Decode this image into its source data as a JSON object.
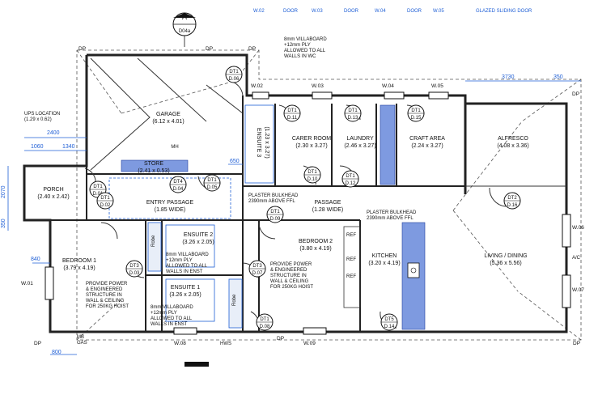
{
  "header_codes": [
    "W.02",
    "DOOR",
    "W.03",
    "DOOR",
    "W.04",
    "DOOR",
    "W.05",
    "GLAZED SLIDING DOOR"
  ],
  "section_marker": {
    "letter": "A",
    "code": "D04a"
  },
  "rooms": [
    {
      "id": "garage",
      "name": "GARAGE",
      "size": "(6.12 x 4.01)"
    },
    {
      "id": "store",
      "name": "STORE",
      "size": "(2.41 x 0.53)"
    },
    {
      "id": "porch",
      "name": "PORCH",
      "size": "(2.40 x 2.42)"
    },
    {
      "id": "entry",
      "name": "ENTRY PASSAGE",
      "size": "(1.85 WIDE)"
    },
    {
      "id": "ensuite3",
      "name": "ENSUITE 3",
      "size": "(1.23 x 3.27)"
    },
    {
      "id": "carer",
      "name": "CARER ROOM",
      "size": "(2.30 x 3.27)"
    },
    {
      "id": "laundry",
      "name": "LAUNDRY",
      "size": "(2.46 x 3.27)"
    },
    {
      "id": "craft",
      "name": "CRAFT AREA",
      "size": "(2.24 x 3.27)"
    },
    {
      "id": "alfresco",
      "name": "ALFRESCO",
      "size": "(4.08 x 3.36)"
    },
    {
      "id": "passage",
      "name": "PASSAGE",
      "size": "(1.28 WIDE)"
    },
    {
      "id": "bedroom1",
      "name": "BEDROOM 1",
      "size": "(3.79 x 4.19)"
    },
    {
      "id": "ensuite2",
      "name": "ENSUITE 2",
      "size": "(3.26 x 2.05)"
    },
    {
      "id": "ensuite1",
      "name": "ENSUITE 1",
      "size": "(3.26 x 2.05)"
    },
    {
      "id": "bedroom2",
      "name": "BEDROOM 2",
      "size": "(3.80 x 4.19)"
    },
    {
      "id": "kitchen",
      "name": "KITCHEN",
      "size": "(3.20 x 4.19)"
    },
    {
      "id": "living",
      "name": "LIVING / DINING",
      "size": "(5.36 x 5.56)"
    }
  ],
  "doors": [
    {
      "code": "DT1",
      "ref": "D.06"
    },
    {
      "code": "DT1",
      "ref": "D.11"
    },
    {
      "code": "DT1",
      "ref": "D.13"
    },
    {
      "code": "DT1",
      "ref": "D.15"
    },
    {
      "code": "DT1",
      "ref": "D.01"
    },
    {
      "code": "DT4",
      "ref": "D.04"
    },
    {
      "code": "DT1",
      "ref": "D.05"
    },
    {
      "code": "DT1",
      "ref": "D.10"
    },
    {
      "code": "DT1",
      "ref": "D.12"
    },
    {
      "code": "DT2",
      "ref": "D.16"
    },
    {
      "code": "DT1",
      "ref": "D.02"
    },
    {
      "code": "DT1",
      "ref": "D.09"
    },
    {
      "code": "DT3",
      "ref": "D.03"
    },
    {
      "code": "DT3",
      "ref": "D.07"
    },
    {
      "code": "DT1",
      "ref": "D.08"
    },
    {
      "code": "DT5",
      "ref": "D.14"
    }
  ],
  "windows": [
    "W.01",
    "W.02",
    "W.03",
    "W.04",
    "W.05",
    "W.06",
    "W.07",
    "W.08",
    "W.09"
  ],
  "notes": {
    "wc_villaboard": "8mm VILLABOARD\n+12mm PLY\nALLOWED TO ALL\nWALLS IN WC",
    "ups": "UPS LOCATION\n(1.29 x 0.62)",
    "mh": "MH",
    "bulkhead1": "PLASTER BULKHEAD\n2390mm ABOVE FFL",
    "bulkhead2": "PLASTER BULKHEAD\n2390mm ABOVE FFL",
    "ens2_villaboard": "8mm VILLABOARD\n+12mm PLY\nALLOWED TO ALL\nWALLS IN ENST",
    "ens1_villaboard": "8mm VILLABOARD\n+12mm PLY\nALLOWED TO ALL\nWALLS IN ENST",
    "hoist1": "PROVIDE POWER\n& ENGINEERED\nSTRUCTURE IN\nWALL & CEILING\nFOR 250KG HOIST",
    "hoist2": "PROVIDE POWER\n& ENGINEERED\nSTRUCTURE IN\nWALL & CEILING\nFOR 250KG HOIST",
    "robe": "Robe",
    "ref": "REF",
    "mb": "MB",
    "gas": "GAS",
    "hws": "HWS",
    "ac": "A/C"
  },
  "dimensions": [
    "2400",
    "1060",
    "1340",
    "2070",
    "350",
    "840",
    "800",
    "3730",
    "350",
    "650"
  ],
  "dp_label": "DP"
}
